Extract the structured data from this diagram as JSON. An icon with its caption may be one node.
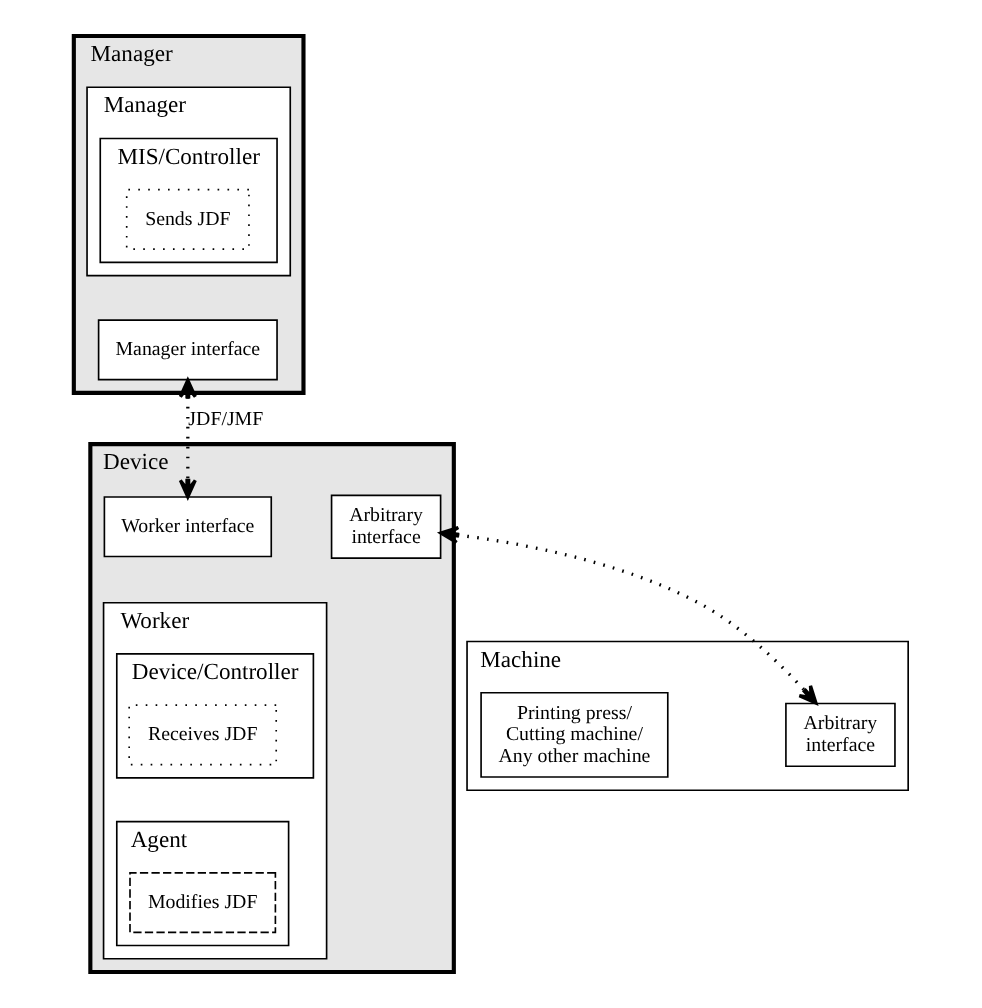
{
  "diagram": {
    "nodes": [
      {
        "text": [
          "Manager"
        ]
      },
      {
        "text": [
          "Manager"
        ],
        "in": 0
      },
      {
        "text": [
          "MIS/Controller"
        ],
        "in": 1
      },
      {
        "text": [
          "Sends JDF"
        ],
        "in": 2
      },
      {
        "text": [
          "Manager interface"
        ],
        "in": 0
      },
      {
        "text": [
          "Device"
        ]
      },
      {
        "text": [
          "Worker interface"
        ],
        "in": 5
      },
      {
        "text": [
          "Worker"
        ],
        "in": 5
      },
      {
        "text": [
          "Device/Controller"
        ],
        "in": 7
      },
      {
        "text": [
          "Receives JDF"
        ],
        "in": 8
      },
      {
        "text": [
          "Agent"
        ],
        "in": 7
      },
      {
        "text": [
          "Modifies JDF"
        ],
        "in": 10
      },
      {
        "text": [
          "Arbitrary interface"
        ],
        "in": 5
      },
      {
        "text": [
          "Machine"
        ]
      },
      {
        "text": [
          "Arbitrary interface"
        ],
        "in": 13
      },
      {
        "text": [
          "Printing press/ Cutting machine/ Any other machine"
        ],
        "in": 13
      }
    ],
    "edges": [
      {
        "from": 4,
        "to": 6,
        "arrow": "both",
        "style": "dashed",
        "label": "JDF/JMF"
      },
      {
        "from": 12,
        "to": 14,
        "arrow": "both",
        "style": "dashed"
      }
    ]
  }
}
